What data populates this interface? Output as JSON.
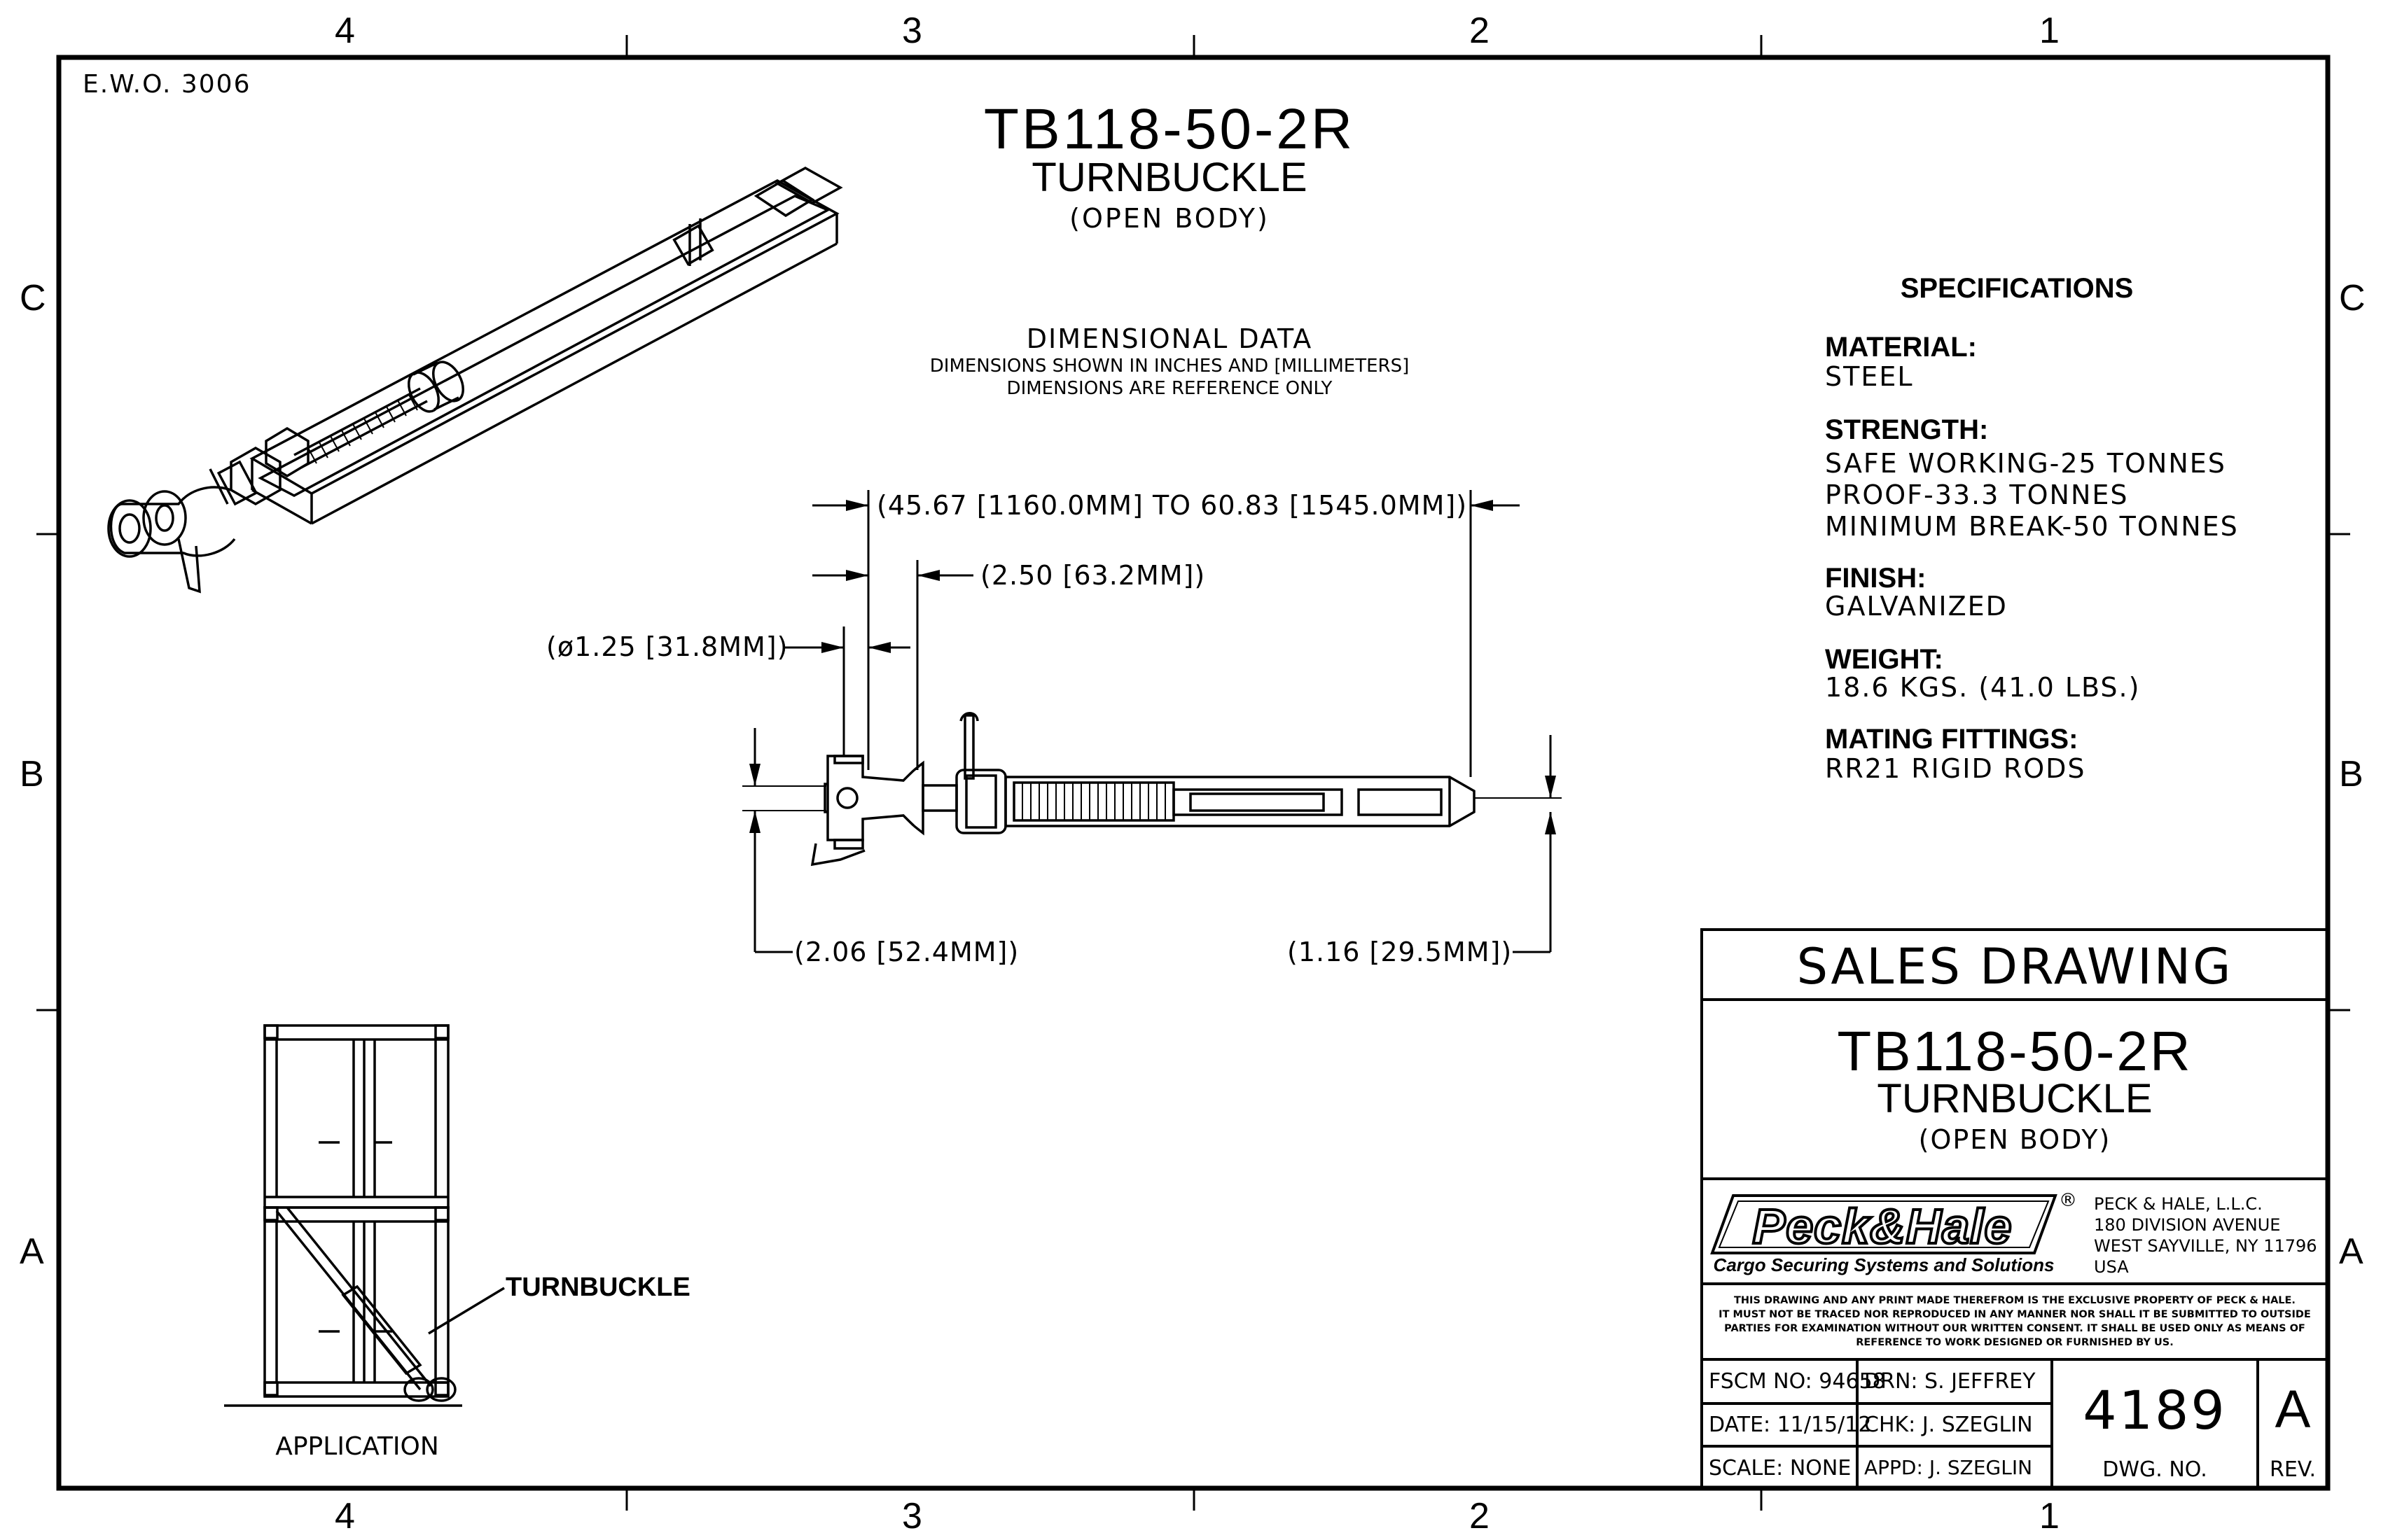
{
  "zones": {
    "columns": [
      "4",
      "3",
      "2",
      "1"
    ],
    "rows": [
      "C",
      "B",
      "A"
    ]
  },
  "ewo": "E.W.O.  3006",
  "header": {
    "part_number": "TB118-50-2R",
    "name": "TURNBUCKLE",
    "variant": "(OPEN BODY)"
  },
  "dimensional": {
    "title": "DIMENSIONAL DATA",
    "line1": "DIMENSIONS SHOWN IN INCHES AND [MILLIMETERS]",
    "line2": "DIMENSIONS ARE REFERENCE ONLY",
    "overall": "(45.67 [1160.0MM] TO 60.83 [1545.0MM])",
    "jaw_opening": "(2.50 [63.2MM])",
    "pin_dia": "(ø1.25 [31.8MM])",
    "height_left": "(2.06 [52.4MM])",
    "height_right": "(1.16 [29.5MM])"
  },
  "specs": {
    "title": "SPECIFICATIONS",
    "material_label": "MATERIAL:",
    "material": "STEEL",
    "strength_label": "STRENGTH:",
    "strength": [
      "SAFE WORKING-25 TONNES",
      "PROOF-33.3 TONNES",
      "MINIMUM BREAK-50 TONNES"
    ],
    "finish_label": "FINISH:",
    "finish": "GALVANIZED",
    "weight_label": "WEIGHT:",
    "weight": "18.6 KGS. (41.0 LBS.)",
    "mating_label": "MATING FITTINGS:",
    "mating": "RR21 RIGID RODS"
  },
  "application": {
    "caption": "APPLICATION",
    "callout": "TURNBUCKLE"
  },
  "title_block": {
    "sales": "SALES DRAWING",
    "part_number": "TB118-50-2R",
    "name": "TURNBUCKLE",
    "variant": "(OPEN BODY)",
    "logo": "Peck&Hale",
    "logo_mark": "®",
    "tagline": "Cargo Securing Systems and Solutions",
    "address": [
      "PECK & HALE, L.L.C.",
      "180 DIVISION AVENUE",
      "WEST SAYVILLE, NY 11796",
      "USA"
    ],
    "notice": [
      "THIS DRAWING AND ANY PRINT MADE THEREFROM IS THE EXCLUSIVE PROPERTY OF PECK & HALE.",
      "IT MUST NOT BE TRACED NOR REPRODUCED IN ANY MANNER NOR SHALL IT BE SUBMITTED TO OUTSIDE",
      "PARTIES FOR EXAMINATION WITHOUT OUR WRITTEN CONSENT.  IT SHALL BE USED ONLY AS MEANS OF",
      "REFERENCE TO WORK DESIGNED OR FURNISHED BY US."
    ],
    "fscm": "FSCM NO: 94658",
    "date": "DATE: 11/15/12",
    "scale": "SCALE:  NONE",
    "drn": "DRN: S. JEFFREY",
    "chk": "CHK: J. SZEGLIN",
    "appd": "APPD: J. SZEGLIN",
    "dwg_no": "4189",
    "dwg_label": "DWG. NO.",
    "rev": "A",
    "rev_label": "REV."
  }
}
